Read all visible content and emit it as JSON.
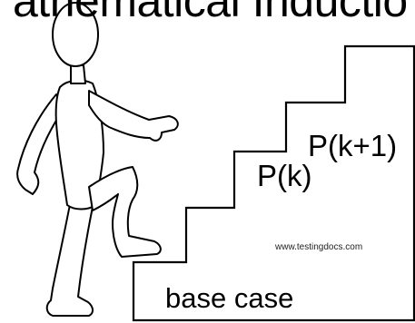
{
  "title": "athematical Inductio",
  "steps": {
    "base_label": "base case",
    "k_label": "P(k)",
    "k_plus_1_label": "P(k+1)"
  },
  "watermark": "www.testingdocs.com",
  "colors": {
    "background": "#ffffff",
    "stroke": "#000000"
  }
}
